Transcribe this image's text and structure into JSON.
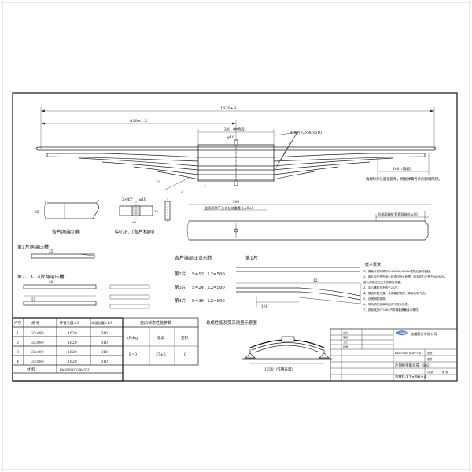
{
  "top_view": {
    "overall_length": "1620±3",
    "half_length": "810±1.5",
    "center_width": "300（中直段）",
    "bolt_label": "φ10",
    "leaf_spec": "4-每片33×90×310",
    "end_dim": "100（两端）",
    "end_note": "两端纵示长度值圆角，侧板弹簧各片间留缝隙撞。",
    "callouts": [
      "1",
      "2",
      "3",
      "4"
    ]
  },
  "detail_end": {
    "label": "各片两端切角",
    "dim": "25"
  },
  "detail_center": {
    "label": "中心孔（各片相同）",
    "dims": [
      "2×45°",
      "φ10",
      "33",
      "90"
    ]
  },
  "detail_leaf1": {
    "length": "300",
    "note_left": "此段两侧不允许总成重叠长≤9±5",
    "note_right": "总成两端处宽直段纵长≤90"
  },
  "press_section": {
    "label1": "第1片两端压槽",
    "label2": "第2、3、4片两端压槽",
    "dim1": "25",
    "dim2": "30",
    "dim3": "55"
  },
  "curve_section": {
    "label": "各片端部压弯形状",
    "leaf_label": "第1片",
    "rows": [
      {
        "name": "第2片",
        "s": "S=12",
        "l2": "L2=560"
      },
      {
        "name": "第3片",
        "s": "S=24",
        "l2": "L2=580"
      },
      {
        "name": "第4片",
        "s": "S=36",
        "l2": "L2=600"
      }
    ],
    "dim_s": "12",
    "dim_l": "100"
  },
  "tech_notes": {
    "title": "技术要求",
    "items": [
      "1、弹簧片材料牌号60Si2Mn/65Mn或相近钢材钢板。",
      "2、各片应在热压淬火后进行回火处理，喷丸应力不低于600MPa。",
      "   各片弹簧应在正负压弯后测量。",
      "3、中心螺栓孔不低于215°。",
      "4、表面平整光滑，总成装配紧密，清除毛刺飞边。",
      "5、总成刷防锈漆。",
      "6、喷丸前在后纵向面进行喷丸处理。",
      "7、其余按JB/T3383汽车钢板弹簧技术条件。"
    ]
  },
  "params_table": {
    "headers": [
      "片序",
      "规  格",
      "伸直长度±3",
      "单面长度±1.5"
    ],
    "rows": [
      [
        "1",
        "33×90",
        "1620",
        "810"
      ],
      [
        "2",
        "33×90",
        "1620",
        "810"
      ],
      [
        "3",
        "33×90",
        "1620",
        "810"
      ],
      [
        "4",
        "33×90",
        "1620",
        "810"
      ]
    ],
    "material_label": "材  料",
    "material_value": "FAS55Si7(CAV-T.I)"
  },
  "free_state": {
    "title": "自由状态性能参数",
    "headers": [
      "(P)Kg",
      "弧高",
      "变形"
    ],
    "values": [
      "P=0",
      "27±5",
      "0"
    ]
  },
  "assembly_sketch": {
    "title": "总成性能及弧高测量示意图",
    "span": "1550（作用长度）"
  },
  "title_block": {
    "company": "庞隆股份有限公司",
    "logo": "SFT",
    "product": "片钢板弹簧总成（S02）",
    "code": "BHF-33×90×4",
    "drawing_no": "FAS55Si7(CAV-T.I)",
    "small_fields": [
      "比例",
      "重量",
      "共 张",
      "第 张"
    ],
    "rev_fields": [
      "设计",
      "审核",
      "工艺",
      "批准"
    ]
  }
}
